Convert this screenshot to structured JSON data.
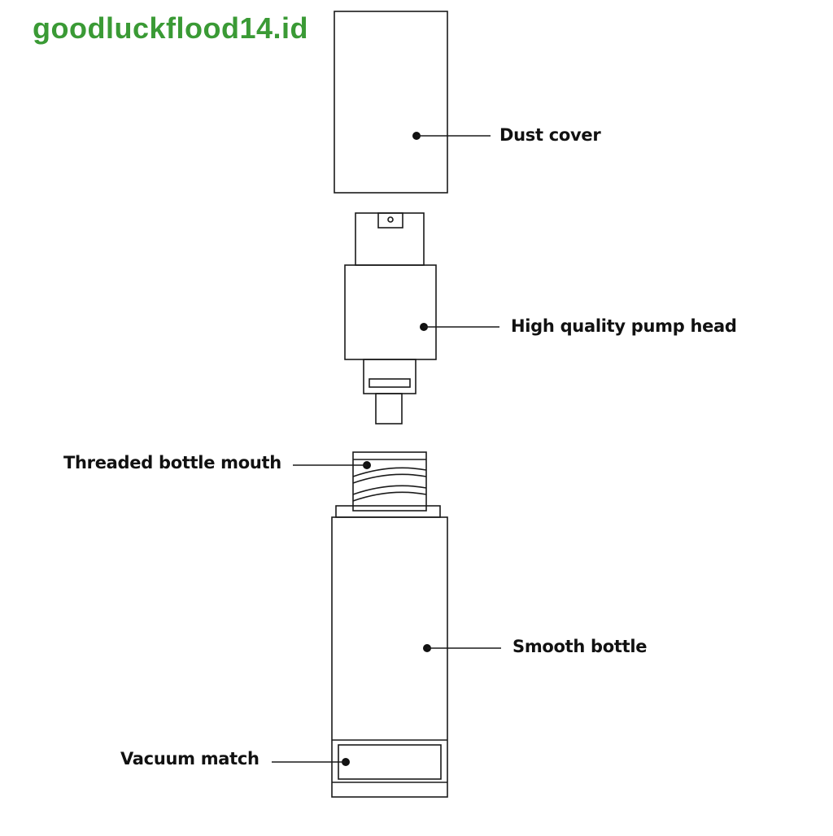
{
  "watermark": {
    "text": "goodluckflood14.id",
    "color": "#3a9a35"
  },
  "colors": {
    "stroke": "#1a1a1a",
    "label": "#111111"
  },
  "parts": {
    "dust_cover": {
      "label": "Dust cover"
    },
    "pump_head": {
      "label": "High quality pump head"
    },
    "threaded_mouth": {
      "label": "Threaded bottle mouth"
    },
    "smooth_bottle": {
      "label": "Smooth bottle"
    },
    "vacuum_match": {
      "label": "Vacuum match"
    }
  }
}
